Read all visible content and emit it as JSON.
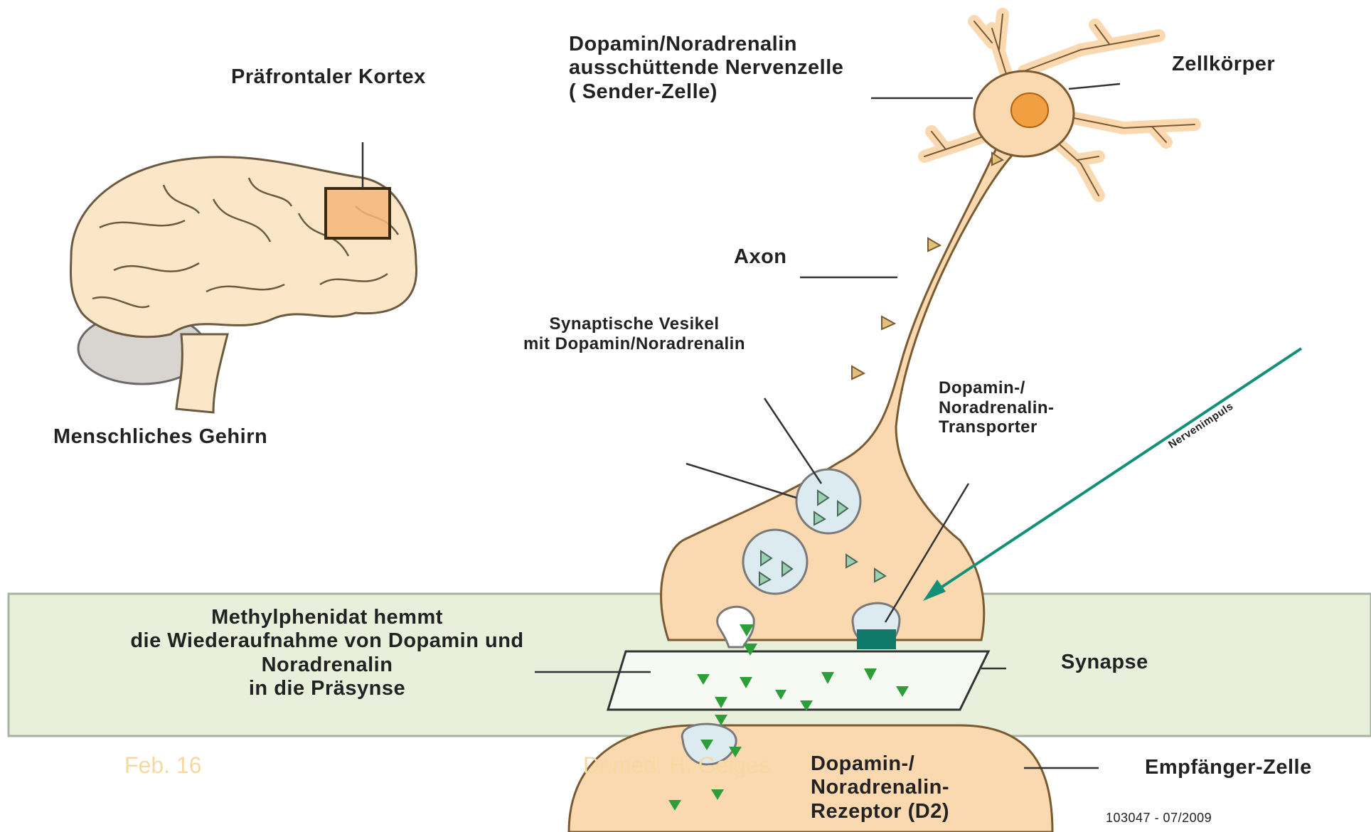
{
  "labels": {
    "praefrontaler_kortex": "Präfrontaler  Kortex",
    "menschliches_gehirn": "Menschliches  Gehirn",
    "sender_zelle_line1": "Dopamin/Noradrenalin",
    "sender_zelle_line2": "ausschüttende  Nervenzelle",
    "sender_zelle_line3": "( Sender-Zelle)",
    "zellkoerper": "Zellkörper",
    "axon": "Axon",
    "vesikel_line1": "Synaptische Vesikel",
    "vesikel_line2": "mit Dopamin/Noradrenalin",
    "transporter_line1": "Dopamin-/",
    "transporter_line2": "Noradrenalin-",
    "transporter_line3": "Transporter",
    "nervenimpuls": "Nervenimpuls",
    "methylphenidat_line1": "Methylphenidat hemmt",
    "methylphenidat_line2": "die Wiederaufnahme von Dopamin und",
    "methylphenidat_line3": "Noradrenalin",
    "methylphenidat_line4": "in die Präsynse",
    "synapse": "Synapse",
    "rezeptor_line1": "Dopamin-/",
    "rezeptor_line2": "Noradrenalin-",
    "rezeptor_line3": "Rezeptor (D2)",
    "empfaenger_zelle": "Empfänger-Zelle",
    "figure_code": "103047 - 07/2009"
  },
  "footer": {
    "date": "Feb. 16",
    "author": "Dr.med. H. Geiges"
  },
  "colors": {
    "cell_fill": "#fbd9b0",
    "cell_stroke": "#7a5a30",
    "synapse_band": "#e8f0dc",
    "vesicle": "#dcebf0",
    "neurotransmitter": "#2e9e3a",
    "nucleus": "#f0a040",
    "impulse_arrow": "#139077",
    "transporter": "#0f7a6a"
  }
}
